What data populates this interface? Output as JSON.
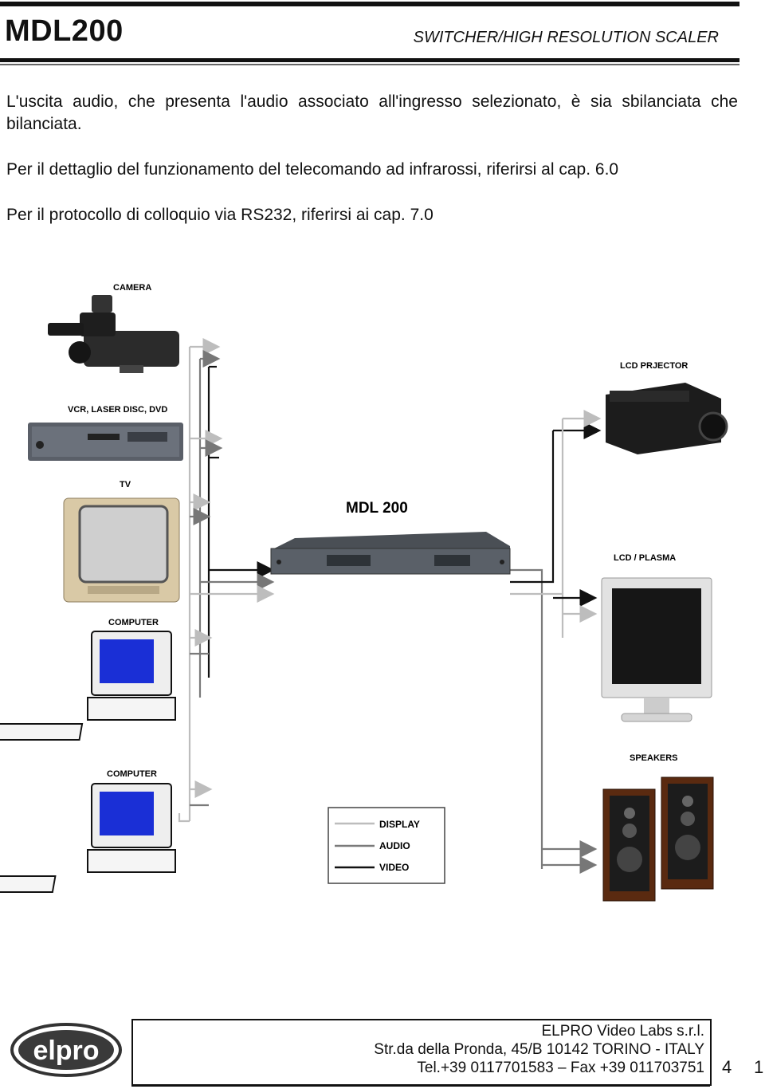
{
  "header": {
    "title": "MDL200",
    "subtitle": "SWITCHER/HIGH RESOLUTION SCALER"
  },
  "body": {
    "p1": "L'uscita audio, che presenta l'audio associato all'ingresso selezionato, è sia sbilanciata che bilanciata.",
    "p2": "Per il dettaglio del funzionamento del telecomando ad infrarossi, riferirsi al cap. 6.0",
    "p3": "Per il protocollo di colloquio via RS232, riferirsi ai cap. 7.0"
  },
  "diagram": {
    "labels": {
      "camera": "CAMERA",
      "vcr": "VCR, LASER DISC, DVD",
      "tv": "TV",
      "computer1": "COMPUTER",
      "computer2": "COMPUTER",
      "mdl": "MDL 200",
      "lcd_projector": "LCD PRJECTOR",
      "lcd_plasma": "LCD / PLASMA",
      "speakers": "SPEAKERS"
    },
    "legend": {
      "display": "DISPLAY",
      "audio": "AUDIO",
      "video": "VIDEO"
    },
    "colors": {
      "display_line": "#bdbdbd",
      "audio_line": "#7a7a7a",
      "video_line": "#111111",
      "screen_blue": "#1a2fd6"
    }
  },
  "footer": {
    "logo_text": "elpro",
    "company": "ELPRO Video Labs s.r.l.",
    "address": "Str.da della Pronda, 45/B   10142 TORINO - ITALY",
    "contacts": "Tel.+39 0117701583 – Fax +39 011703751",
    "page_a": "4",
    "page_b": "1"
  }
}
